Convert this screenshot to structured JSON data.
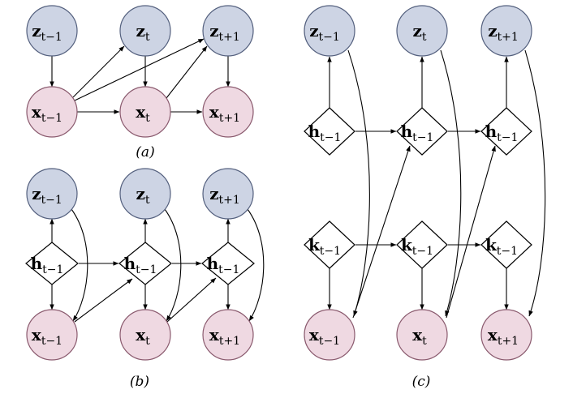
{
  "panels": {
    "a": {
      "caption": "(a)",
      "nodes": {
        "z1": {
          "base": "z",
          "sub": "t−1"
        },
        "z2": {
          "base": "z",
          "sub": "t"
        },
        "z3": {
          "base": "z",
          "sub": "t+1"
        },
        "x1": {
          "base": "x",
          "sub": "t−1"
        },
        "x2": {
          "base": "x",
          "sub": "t"
        },
        "x3": {
          "base": "x",
          "sub": "t+1"
        }
      }
    },
    "b": {
      "caption": "(b)",
      "nodes": {
        "z1": {
          "base": "z",
          "sub": "t−1"
        },
        "z2": {
          "base": "z",
          "sub": "t"
        },
        "z3": {
          "base": "z",
          "sub": "t+1"
        },
        "h1": {
          "base": "h",
          "sub": "t−1"
        },
        "h2": {
          "base": "h",
          "sub": "t−1"
        },
        "h3": {
          "base": "h",
          "sub": "t−1"
        },
        "x1": {
          "base": "x",
          "sub": "t−1"
        },
        "x2": {
          "base": "x",
          "sub": "t"
        },
        "x3": {
          "base": "x",
          "sub": "t+1"
        }
      }
    },
    "c": {
      "caption": "(c)",
      "nodes": {
        "z1": {
          "base": "z",
          "sub": "t−1"
        },
        "z2": {
          "base": "z",
          "sub": "t"
        },
        "z3": {
          "base": "z",
          "sub": "t+1"
        },
        "h1": {
          "base": "h",
          "sub": "t−1"
        },
        "h2": {
          "base": "h",
          "sub": "t−1"
        },
        "h3": {
          "base": "h",
          "sub": "t−1"
        },
        "k1": {
          "base": "k",
          "sub": "t−1"
        },
        "k2": {
          "base": "k",
          "sub": "t−1"
        },
        "k3": {
          "base": "k",
          "sub": "t−1"
        },
        "x1": {
          "base": "x",
          "sub": "t−1"
        },
        "x2": {
          "base": "x",
          "sub": "t"
        },
        "x3": {
          "base": "x",
          "sub": "t+1"
        }
      }
    }
  },
  "colors": {
    "latent_fill": "#cdd4e4",
    "observed_fill": "#efd9e2",
    "deterministic_fill": "#ffffff"
  }
}
